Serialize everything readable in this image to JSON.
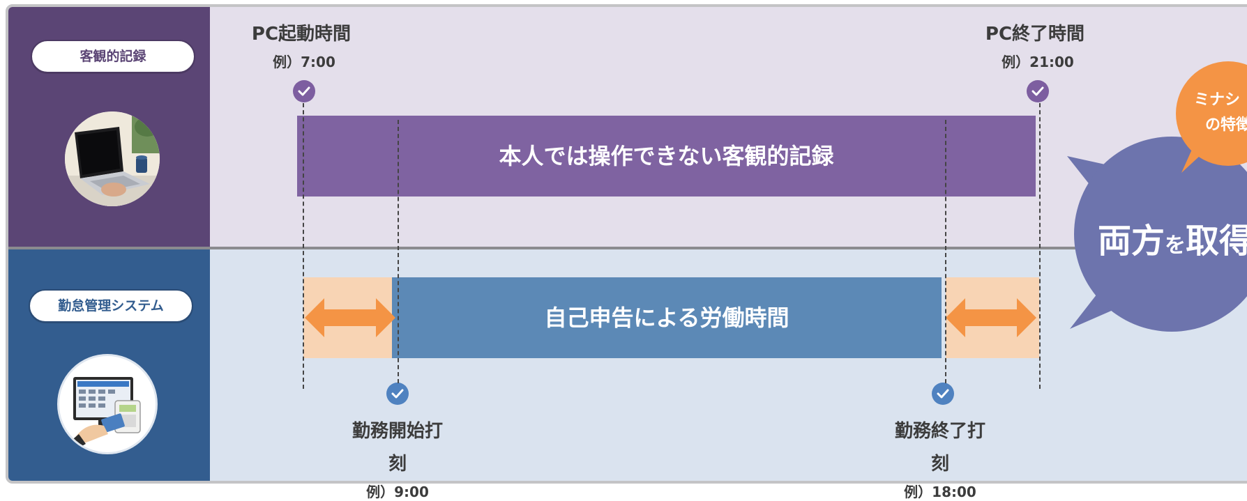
{
  "rows": {
    "top": {
      "label": "客観的記録"
    },
    "bottom": {
      "label": "勤怠管理システム"
    }
  },
  "events": {
    "pc_start": {
      "title": "PC起動時間",
      "example": "例）7:00"
    },
    "pc_end": {
      "title": "PC終了時間",
      "example": "例）21:00"
    },
    "work_start": {
      "title_line1": "勤務開始打",
      "title_line2": "刻",
      "example": "例）9:00"
    },
    "work_end": {
      "title_line1": "勤務終了打",
      "title_line2": "刻",
      "example": "例）18:00"
    }
  },
  "bars": {
    "objective": "本人では操作できない客観的記録",
    "self_report": "自己申告による労働時間"
  },
  "callout": {
    "big_part1": "両方",
    "big_part2": "を",
    "big_part3": "取得",
    "small_line1": "ミナシ",
    "small_line2": "の特徴"
  },
  "colors": {
    "top_side": "#5b4575",
    "top_band": "#e4dfeb",
    "objective_bar": "#7f63a1",
    "bottom_side": "#335d8f",
    "bottom_band": "#dae3ef",
    "self_report_bar": "#5c89b6",
    "gap_highlight": "#f8d4b4",
    "arrow": "#f49445",
    "bubble_big": "#6d74ad",
    "bubble_small": "#f49445"
  },
  "icons": {
    "check_top": "check-circle-purple",
    "check_bottom": "check-circle-blue",
    "double_arrow": "double-headed-arrow",
    "laptop_photo": "laptop-photo",
    "timeclock_illustration": "time-clock-illustration"
  }
}
